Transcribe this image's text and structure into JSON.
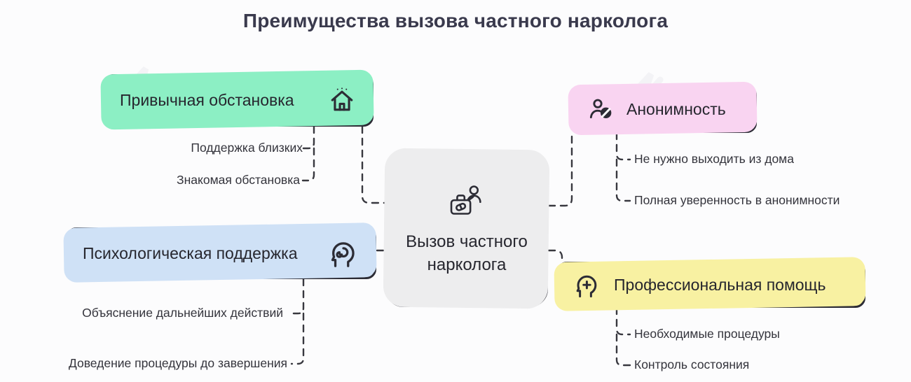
{
  "title": "Преимущества вызова частного нарколога",
  "center": {
    "label": "Вызов частного нарколога",
    "icon": "doctor-icon",
    "color": "#ededee"
  },
  "branches": [
    {
      "label": "Привычная обстановка",
      "icon": "house-icon",
      "color": "#8cefc4",
      "children": [
        "Поддержка близких",
        "Знакомая обстановка"
      ]
    },
    {
      "label": "Психологическая поддержка",
      "icon": "psychology-icon",
      "color": "#cfe1f6",
      "children": [
        "Объяснение дальнейших действий",
        "Доведение процедуры до завершения"
      ]
    },
    {
      "label": "Анонимность",
      "icon": "incognito-icon",
      "color": "#f9d4f1",
      "children": [
        "Не нужно выходить из дома",
        "Полная уверенность в анонимности"
      ]
    },
    {
      "label": "Профессиональная помощь",
      "icon": "medical-cross-icon",
      "color": "#f8f1a2",
      "children": [
        "Необходимые процедуры",
        "Контроль состояния"
      ]
    }
  ]
}
